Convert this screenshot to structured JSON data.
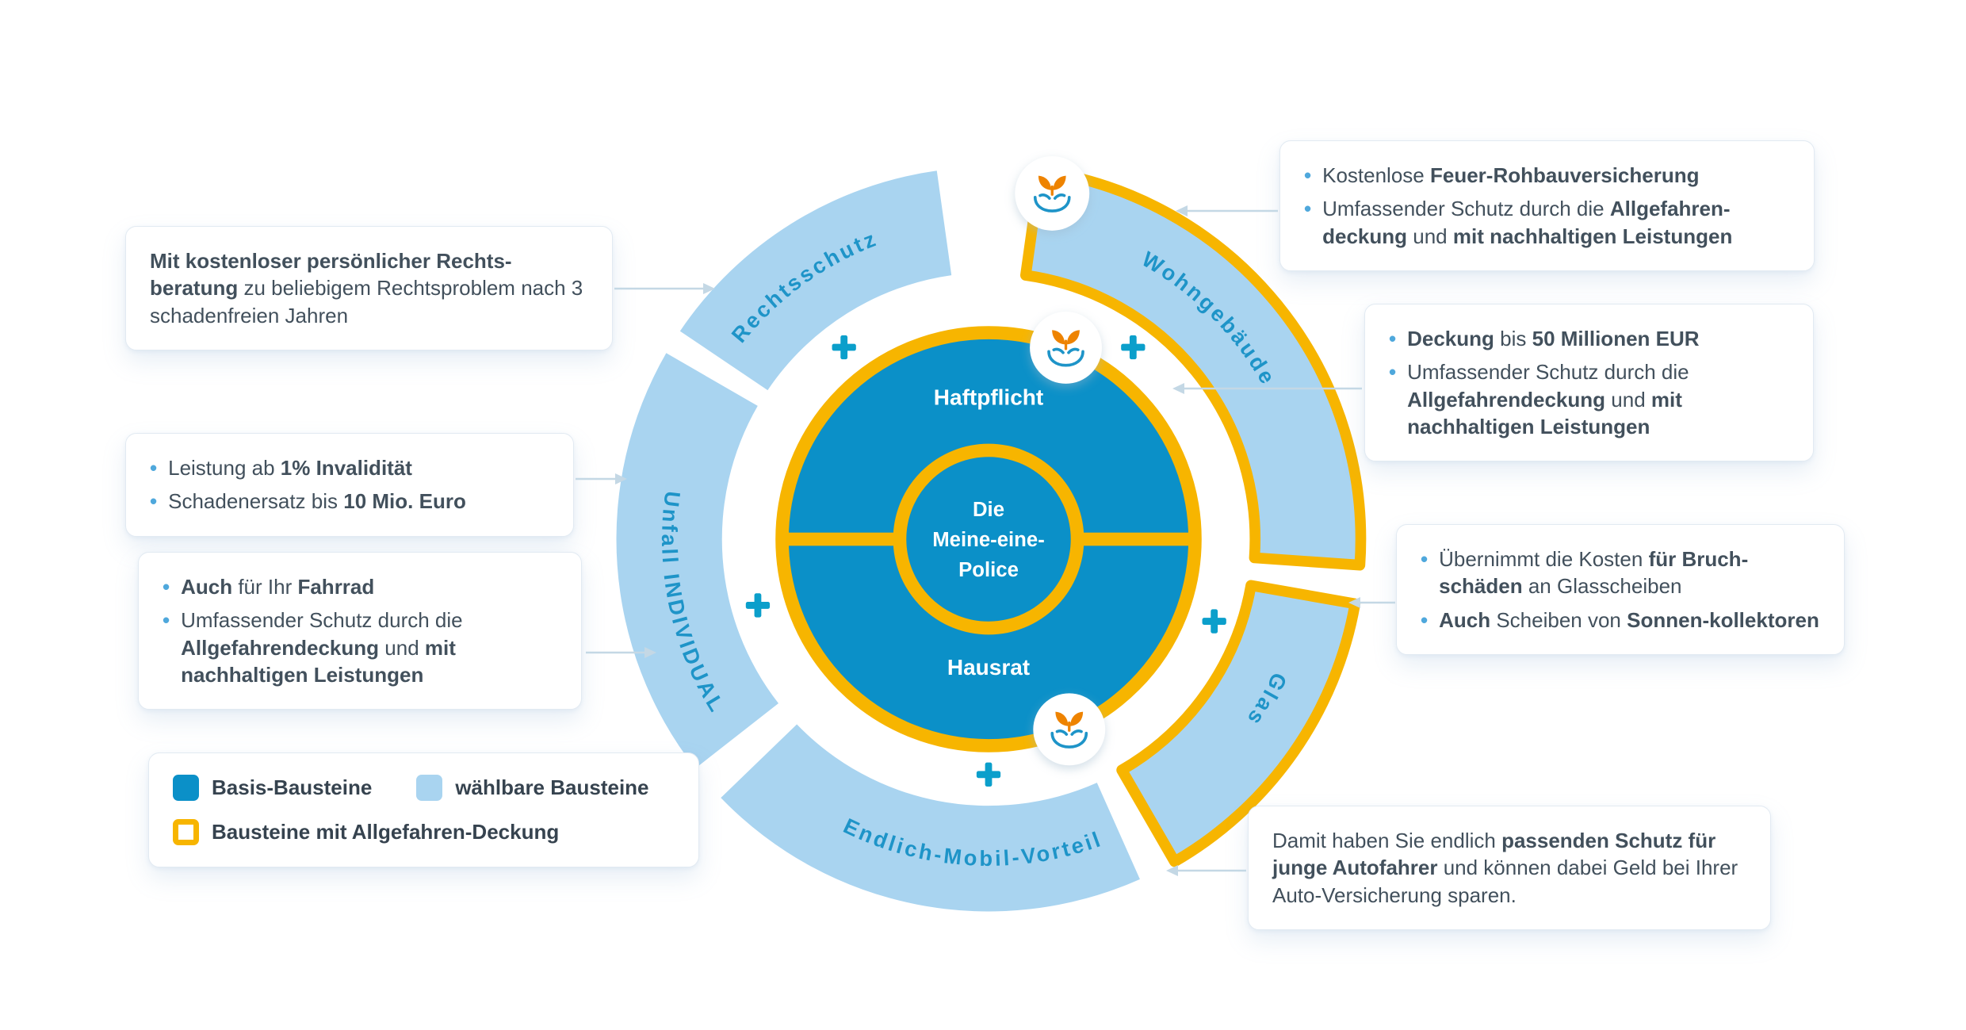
{
  "colors": {
    "basis_blue": "#0B90C8",
    "light_blue": "#A9D4F0",
    "accent_yellow": "#F7B500",
    "label_blue": "#1E94C8",
    "plus_blue": "#0B9FCB",
    "text": "#42505C",
    "bullet": "#4FA8DC",
    "icon_orange": "#EE8300",
    "arrow_gray": "#C4D8E5"
  },
  "diagram": {
    "center": {
      "lines": [
        "Die",
        "Meine-eine-",
        "Police"
      ]
    },
    "basis_modules": {
      "top": "Haftpflicht",
      "bottom": "Hausrat"
    },
    "ring_segments": [
      {
        "label": "Rechtsschutz",
        "allgefahren": false
      },
      {
        "label": "Wohngebäude",
        "allgefahren": true
      },
      {
        "label": "Glas",
        "allgefahren": true
      },
      {
        "label": "Endlich-Mobil-Vorteil",
        "allgefahren": false
      },
      {
        "label": "Unfall INDIVIDUAL",
        "allgefahren": false
      }
    ]
  },
  "callouts": {
    "rechtsschutz": {
      "paragraph": [
        {
          "t": "Mit kostenloser persönlicher Rechts-beratung",
          "b": true
        },
        {
          "t": " zu beliebigem Rechtsproblem nach 3 schadenfreien Jahren",
          "b": false
        }
      ]
    },
    "unfall_leistungen": {
      "bullets": [
        [
          {
            "t": "Leistung ab ",
            "b": false
          },
          {
            "t": "1% Invalidität",
            "b": true
          }
        ],
        [
          {
            "t": "Schadenersatz bis ",
            "b": false
          },
          {
            "t": "10 Mio. Euro",
            "b": true
          }
        ]
      ]
    },
    "unfall_schutz": {
      "bullets": [
        [
          {
            "t": "Auch",
            "b": true
          },
          {
            "t": " für Ihr ",
            "b": false
          },
          {
            "t": "Fahrrad",
            "b": true
          }
        ],
        [
          {
            "t": "Umfassender Schutz durch die ",
            "b": false
          },
          {
            "t": "Allgefahrendeckung",
            "b": true
          },
          {
            "t": " und ",
            "b": false
          },
          {
            "t": "mit nachhaltigen Leistungen",
            "b": true
          }
        ]
      ]
    },
    "wohngebaeude": {
      "bullets": [
        [
          {
            "t": "Kostenlose ",
            "b": false
          },
          {
            "t": "Feuer-Rohbauversicherung",
            "b": true
          }
        ],
        [
          {
            "t": "Umfassender Schutz durch die ",
            "b": false
          },
          {
            "t": "Allgefahren-deckung",
            "b": true
          },
          {
            "t": " und ",
            "b": false
          },
          {
            "t": "mit nachhaltigen Leistungen",
            "b": true
          }
        ]
      ]
    },
    "deckung": {
      "bullets": [
        [
          {
            "t": "Deckung",
            "b": true
          },
          {
            "t": " bis ",
            "b": false
          },
          {
            "t": "50 Millionen EUR",
            "b": true
          }
        ],
        [
          {
            "t": "Umfassender Schutz durch die ",
            "b": false
          },
          {
            "t": "Allgefahrendeckung",
            "b": true
          },
          {
            "t": " und ",
            "b": false
          },
          {
            "t": "mit nachhaltigen Leistungen",
            "b": true
          }
        ]
      ]
    },
    "glas": {
      "bullets": [
        [
          {
            "t": "Übernimmt die Kosten ",
            "b": false
          },
          {
            "t": "für Bruch-schäden",
            "b": true
          },
          {
            "t": " an Glasscheiben",
            "b": false
          }
        ],
        [
          {
            "t": "Auch",
            "b": true
          },
          {
            "t": " Scheiben von ",
            "b": false
          },
          {
            "t": "Sonnen-kollektoren",
            "b": true
          }
        ]
      ]
    },
    "mobil_vorteil": {
      "paragraph": [
        {
          "t": "Damit haben Sie endlich ",
          "b": false
        },
        {
          "t": "passenden Schutz für junge Autofahrer",
          "b": true
        },
        {
          "t": " und können dabei Geld bei Ihrer Auto-Versicherung sparen.",
          "b": false
        }
      ]
    }
  },
  "legend": {
    "items": [
      {
        "type": "basis",
        "label": "Basis-Bausteine"
      },
      {
        "type": "waehlbar",
        "label": "wählbare Bausteine"
      },
      {
        "type": "allgefahren",
        "label": "Bausteine mit Allgefahren-Deckung"
      }
    ]
  }
}
